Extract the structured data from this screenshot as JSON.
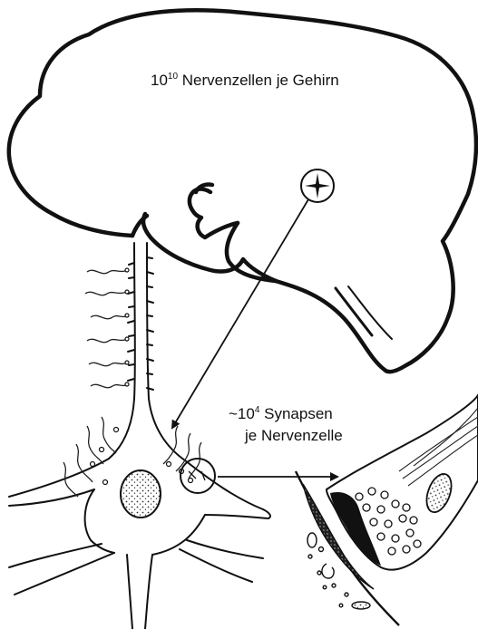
{
  "labels": {
    "neurons": {
      "base": "10",
      "exponent": "10",
      "text": " Nervenzellen je Gehirn"
    },
    "synapses": {
      "prefix": "~10",
      "exponent": "4",
      "line1_rest": " Synapsen",
      "line2": "je Nervenzelle"
    }
  },
  "colors": {
    "ink": "#111111",
    "paper": "#ffffff"
  }
}
